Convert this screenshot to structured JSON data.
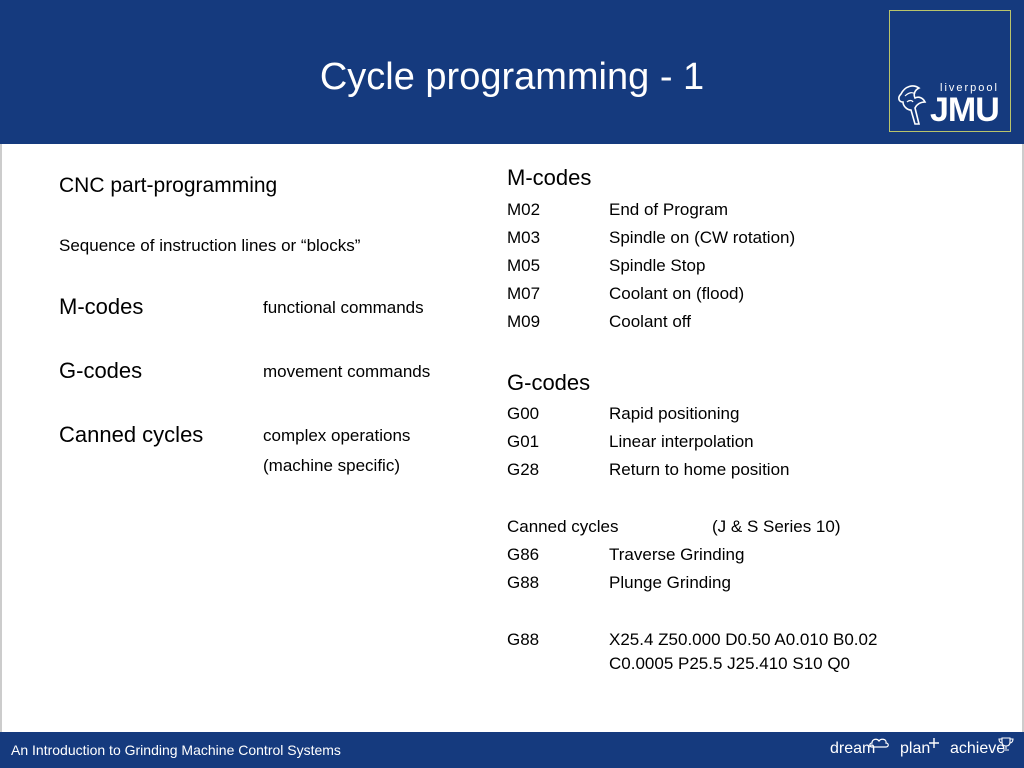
{
  "title": "Cycle programming - 1",
  "logo": {
    "small": "liverpool",
    "big": "JMU"
  },
  "left": {
    "heading": "CNC part-programming",
    "subheading": "Sequence of instruction lines or “blocks”",
    "items": [
      {
        "term": "M-codes",
        "desc": "functional commands"
      },
      {
        "term": "G-codes",
        "desc": "movement commands"
      },
      {
        "term": "Canned cycles",
        "desc": "complex operations",
        "desc2": "(machine specific)"
      }
    ]
  },
  "right": {
    "mcodes_title": "M-codes",
    "mcodes": [
      {
        "code": "M02",
        "desc": "End of Program"
      },
      {
        "code": "M03",
        "desc": "Spindle on (CW rotation)"
      },
      {
        "code": "M05",
        "desc": "Spindle Stop"
      },
      {
        "code": "M07",
        "desc": "Coolant on (flood)"
      },
      {
        "code": "M09",
        "desc": "Coolant off"
      }
    ],
    "gcodes_title": "G-codes",
    "gcodes": [
      {
        "code": "G00",
        "desc": "Rapid positioning"
      },
      {
        "code": "G01",
        "desc": "Linear interpolation"
      },
      {
        "code": "G28",
        "desc": "Return to home position"
      }
    ],
    "canned_title": "Canned cycles",
    "canned_note": "(J & S Series 10)",
    "canned": [
      {
        "code": "G86",
        "desc": "Traverse Grinding"
      },
      {
        "code": "G88",
        "desc": "Plunge Grinding"
      }
    ],
    "example": {
      "code": "G88",
      "line1": "X25.4 Z50.000 D0.50 A0.010 B0.02",
      "line2": "C0.0005 P25.5 J25.410 S10 Q0"
    }
  },
  "footer": {
    "text": "An Introduction to Grinding Machine Control Systems",
    "motto": [
      "dream",
      "plan",
      "achieve"
    ]
  }
}
